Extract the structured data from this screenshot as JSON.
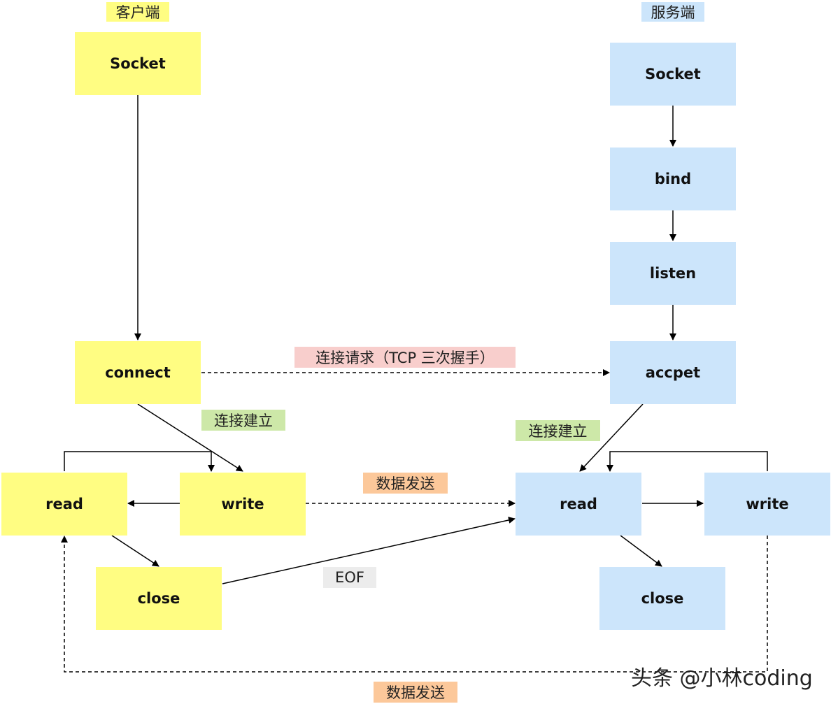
{
  "headers": {
    "client": "客户端",
    "server": "服务端"
  },
  "client": {
    "socket": "Socket",
    "connect": "connect",
    "read": "read",
    "write": "write",
    "close": "close"
  },
  "server": {
    "socket": "Socket",
    "bind": "bind",
    "listen": "listen",
    "accept": "accpet",
    "read": "read",
    "write": "write",
    "close": "close"
  },
  "edge_labels": {
    "handshake": "连接请求（TCP 三次握手）",
    "client_established": "连接建立",
    "server_established": "连接建立",
    "data_send_top": "数据发送",
    "eof": "EOF",
    "data_send_bottom": "数据发送"
  },
  "watermark": "头条 @小林coding",
  "colors": {
    "client_fill": "#fffd82",
    "server_fill": "#cce5fb",
    "handshake_tag": "#f8cecc",
    "established_tag": "#cde8a8",
    "data_tag": "#fcc89a",
    "eof_tag": "#ececec",
    "header_client": "#fffd82",
    "header_server": "#cce5fb"
  }
}
